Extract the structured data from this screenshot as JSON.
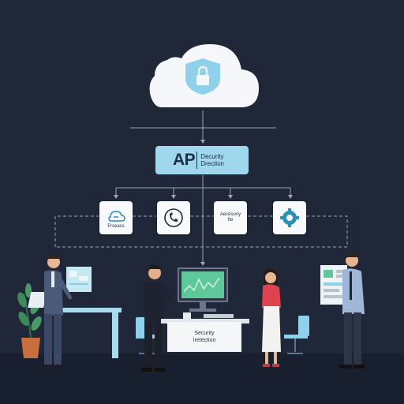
{
  "api_box": {
    "title": "AP",
    "subtitle_line1": "Decurity",
    "subtitle_line2": "Drection"
  },
  "nodes": [
    {
      "icon": "cloud-sync-icon",
      "label": "Frseass"
    },
    {
      "icon": "phone-icon",
      "label": ""
    },
    {
      "icon": "document-icon",
      "label": "Aecesony\nfte"
    },
    {
      "icon": "gear-icon",
      "label": ""
    }
  ],
  "desk_panel": {
    "line1": "Security",
    "line2": "Iretection"
  },
  "colors": {
    "background": "#1f2738",
    "accent": "#9fd8ec",
    "cloud": "#f5f7fa",
    "lock_shield": "#8fd0eb",
    "monitor_screen": "#5fc89a",
    "plant": "#3d8a5c",
    "pot": "#c96f3e"
  }
}
